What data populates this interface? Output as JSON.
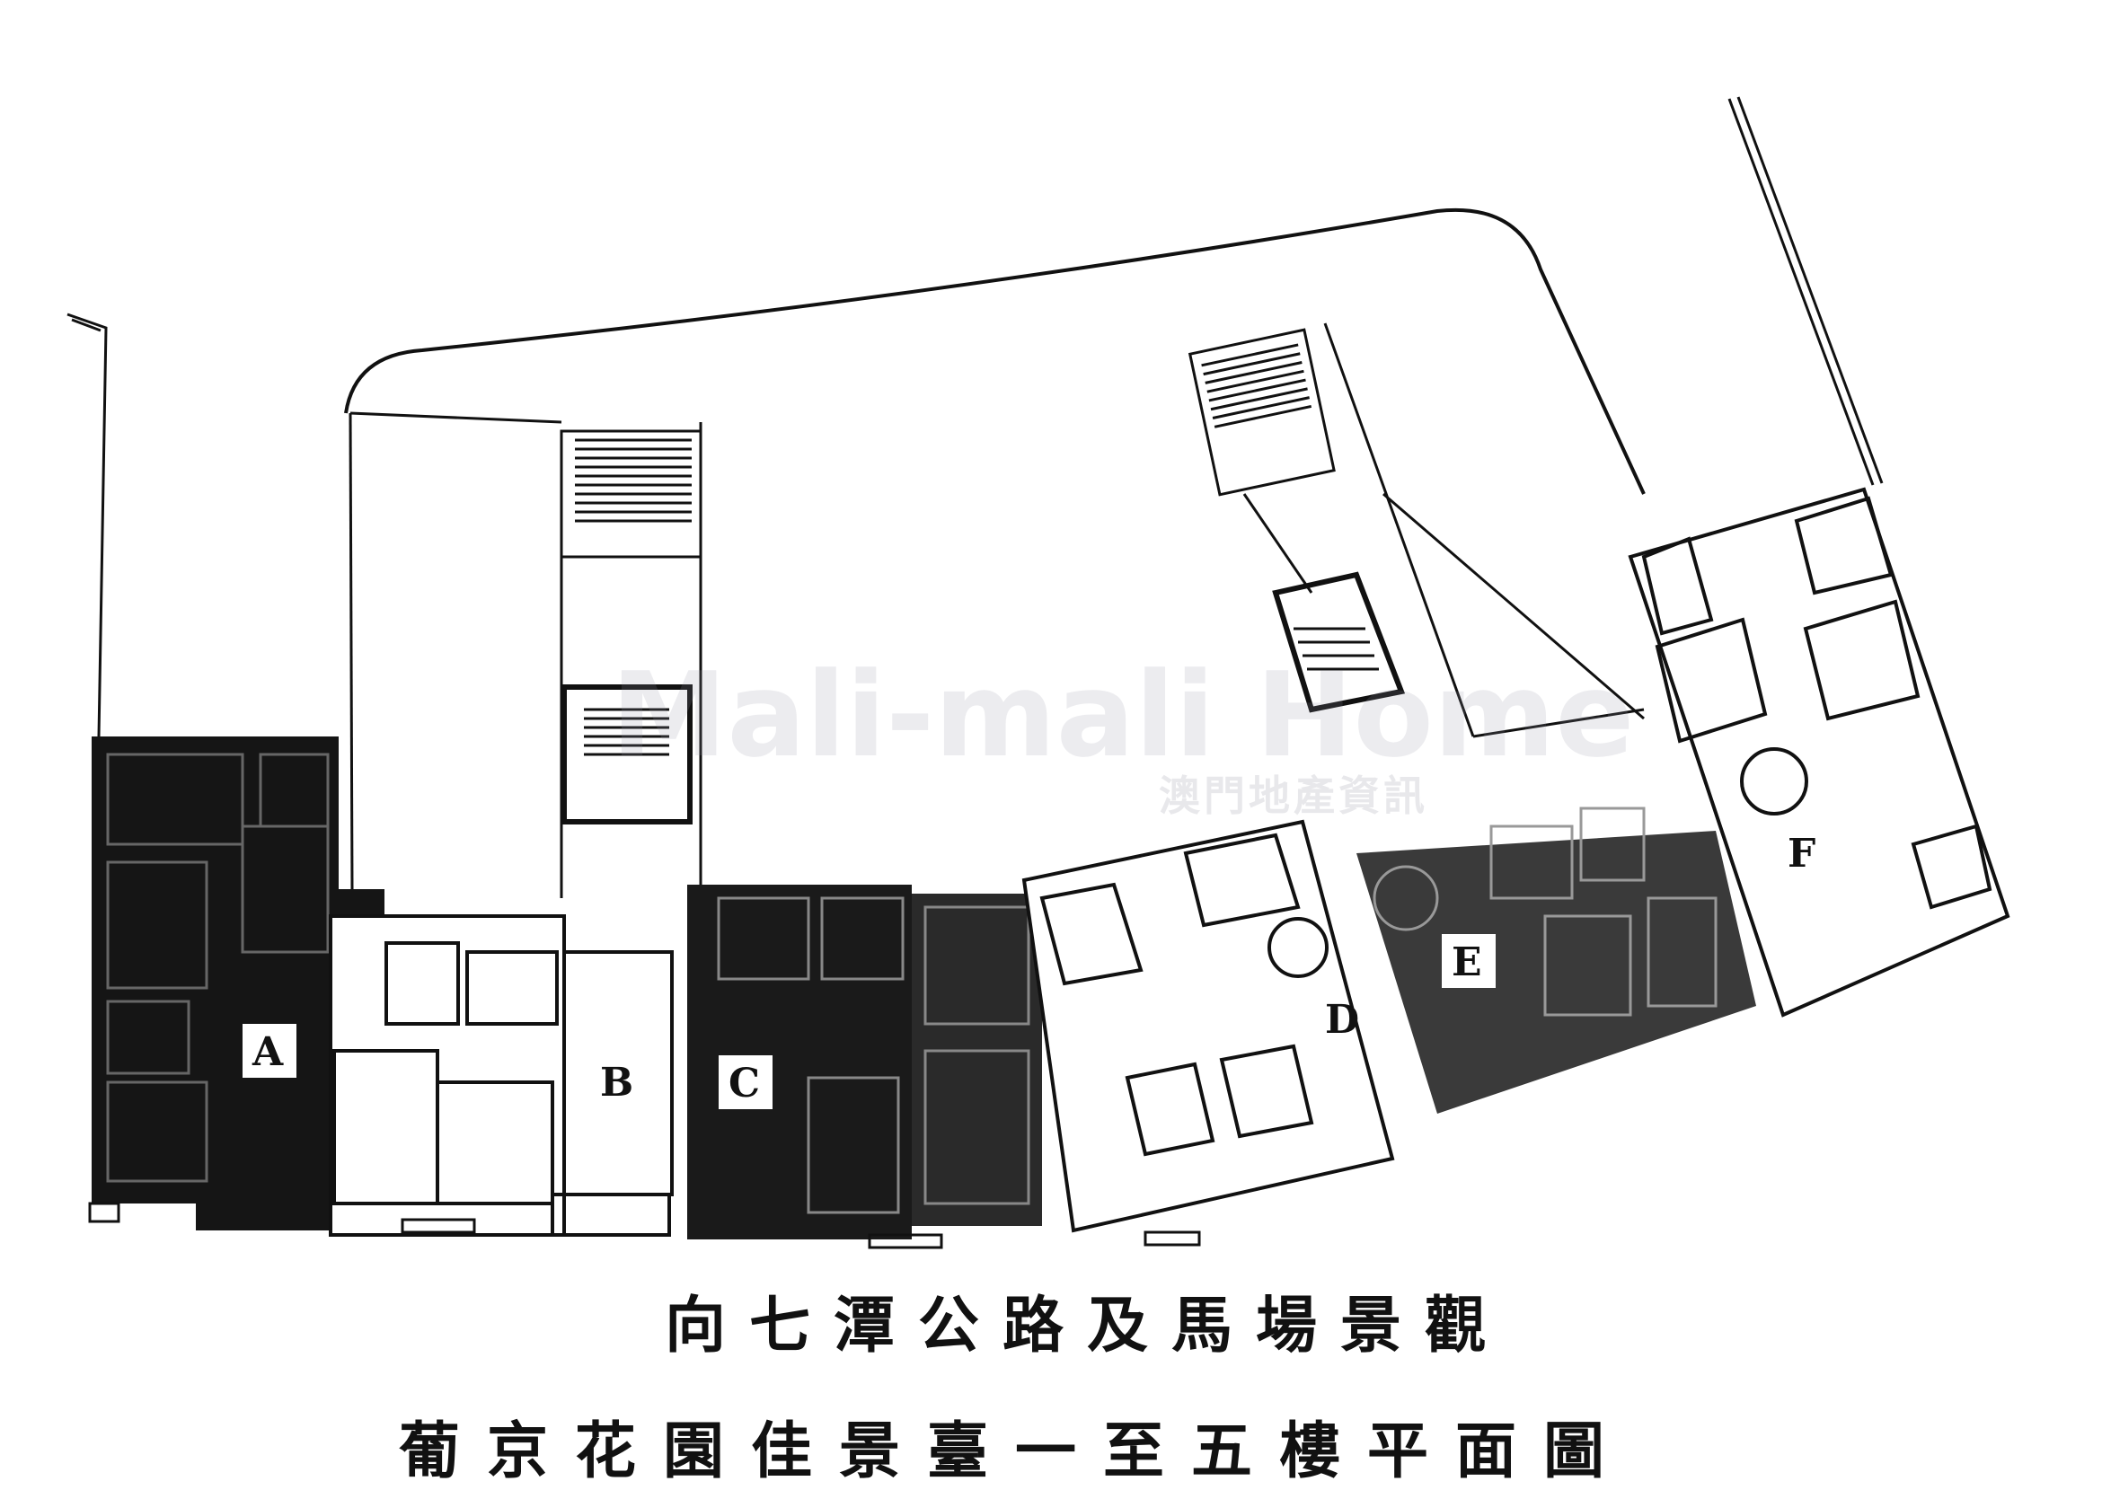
{
  "units": {
    "a": "A",
    "b": "B",
    "c": "C",
    "d": "D",
    "e": "E",
    "f": "F"
  },
  "caption": {
    "line1": "向七潭公路及馬場景觀",
    "line2": "葡京花園佳景臺一至五樓平面圖"
  },
  "watermark": {
    "text": "Mali-mali Home",
    "subtext": "澳門地產資訊"
  },
  "colors": {
    "ink": "#111111",
    "paper": "#ffffff",
    "watermark": "#9696a5"
  }
}
